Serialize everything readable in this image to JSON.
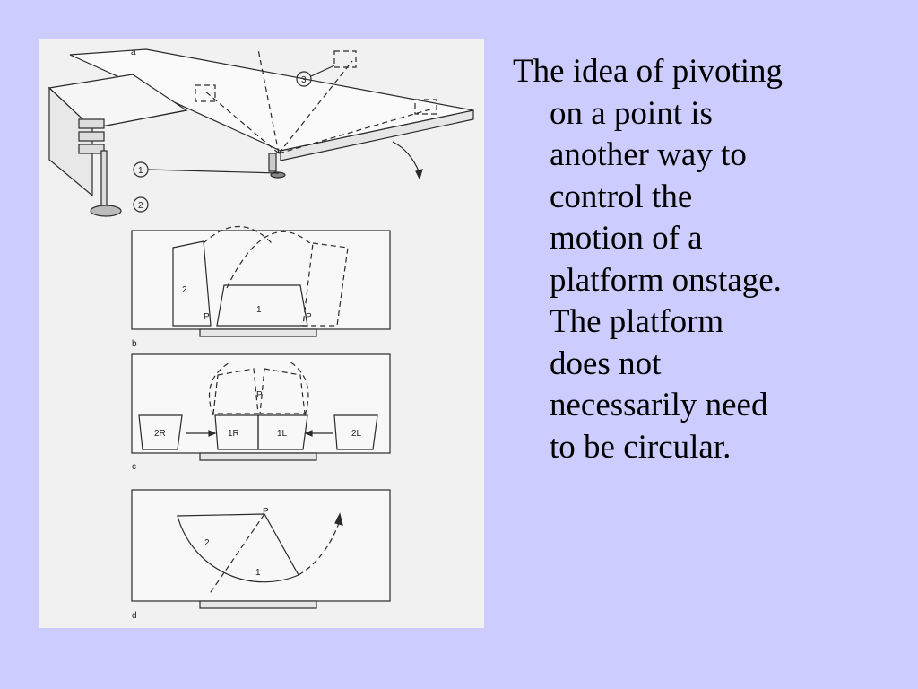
{
  "slide": {
    "background": "#ccccff",
    "text_lines": [
      "The idea of pivoting",
      "on a point is",
      "another way to",
      "control the",
      "motion of a",
      "platform onstage.",
      "The platform",
      "does not",
      "necessarily need",
      "to be circular."
    ]
  },
  "figure": {
    "a": {
      "label": "a",
      "callouts": [
        "1",
        "2",
        "3"
      ]
    },
    "b": {
      "label": "b",
      "platforms": [
        "2",
        "1"
      ],
      "pivots": [
        "P",
        "P"
      ]
    },
    "c": {
      "label": "c",
      "platforms": [
        "2R",
        "1R",
        "1L",
        "2L"
      ],
      "pivot": "P"
    },
    "d": {
      "label": "d",
      "platforms": [
        "2",
        "1"
      ],
      "pivot": "P"
    }
  }
}
